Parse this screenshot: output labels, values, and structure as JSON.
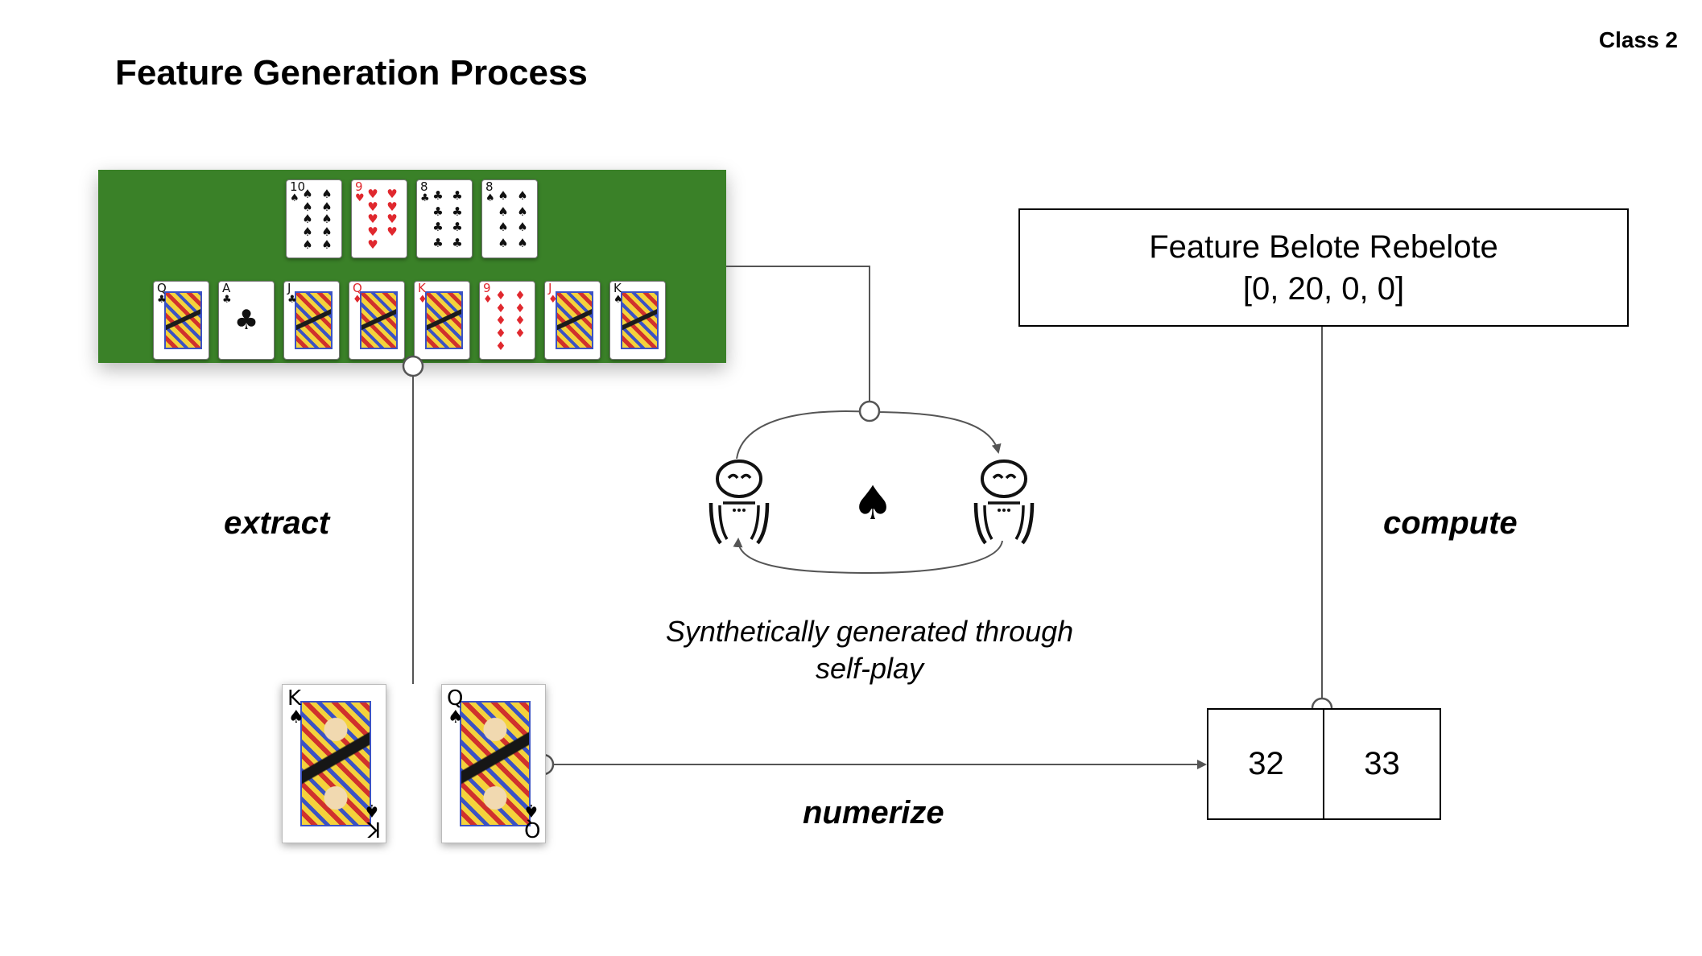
{
  "header": {
    "title": "Feature Generation Process",
    "class_tag": "Class 2"
  },
  "table": {
    "top_row": [
      {
        "rank": "10",
        "suit": "♠",
        "color": "#111111"
      },
      {
        "rank": "9",
        "suit": "♥",
        "color": "#e0282e"
      },
      {
        "rank": "8",
        "suit": "♣",
        "color": "#111111"
      },
      {
        "rank": "8",
        "suit": "♠",
        "color": "#111111"
      }
    ],
    "bottom_row": [
      {
        "rank": "Q",
        "suit": "♣",
        "color": "#111111",
        "face": true
      },
      {
        "rank": "A",
        "suit": "♣",
        "color": "#111111",
        "face": false
      },
      {
        "rank": "J",
        "suit": "♣",
        "color": "#111111",
        "face": true
      },
      {
        "rank": "Q",
        "suit": "♦",
        "color": "#e0282e",
        "face": true
      },
      {
        "rank": "K",
        "suit": "♦",
        "color": "#e0282e",
        "face": true
      },
      {
        "rank": "9",
        "suit": "♦",
        "color": "#e0282e",
        "face": false
      },
      {
        "rank": "J",
        "suit": "♦",
        "color": "#e0282e",
        "face": true
      },
      {
        "rank": "K",
        "suit": "♠",
        "color": "#111111",
        "face": true
      }
    ]
  },
  "self_play": {
    "caption_line1": "Synthetically generated through",
    "caption_line2": "self-play",
    "center_suit": "♠",
    "agent_icon": "robot-icon"
  },
  "extracted_cards": [
    {
      "rank": "K",
      "suit": "♠"
    },
    {
      "rank": "Q",
      "suit": "♠"
    }
  ],
  "labels": {
    "extract": "extract",
    "compute": "compute",
    "numerize": "numerize"
  },
  "feature_box": {
    "line1": "Feature Belote Rebelote",
    "line2": "[0, 20, 0, 0]"
  },
  "numeric_codes": [
    "32",
    "33"
  ],
  "colors": {
    "table_green": "#3a8128",
    "connector_gray": "#555555"
  }
}
